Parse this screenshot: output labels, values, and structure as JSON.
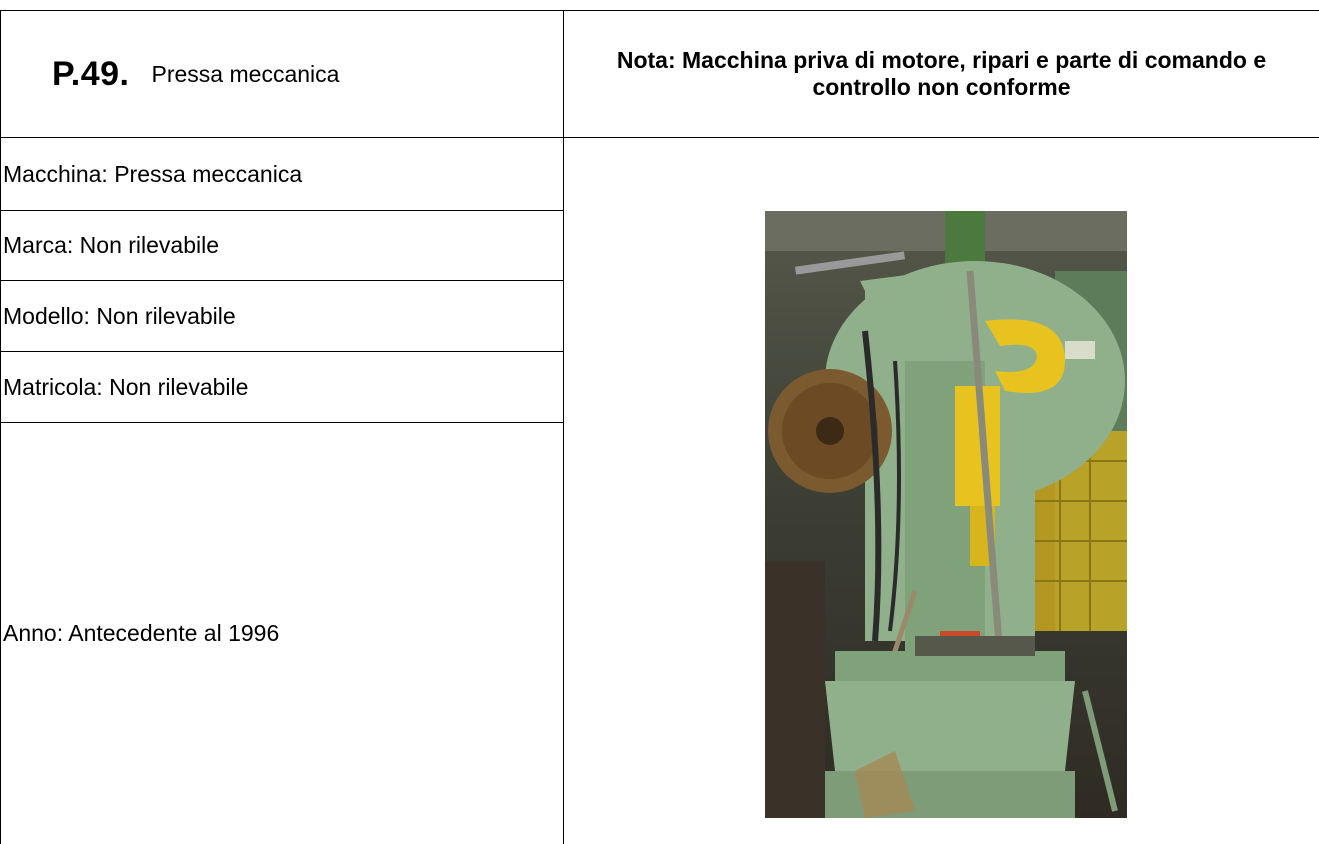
{
  "header": {
    "code": "P.49.",
    "title": "Pressa meccanica",
    "note": "Nota: Macchina priva di motore, ripari e parte di comando e controllo non conforme"
  },
  "fields": {
    "macchina": "Macchina: Pressa meccanica",
    "marca": "Marca: Non rilevabile",
    "modello": "Modello: Non rilevabile",
    "matricola": "Matricola: Non rilevabile",
    "anno": "Anno: Antecedente al 1996"
  },
  "colors": {
    "machine_green": "#8fb08a",
    "machine_yellow": "#e8c31f",
    "background_dark": "#3f4136"
  }
}
